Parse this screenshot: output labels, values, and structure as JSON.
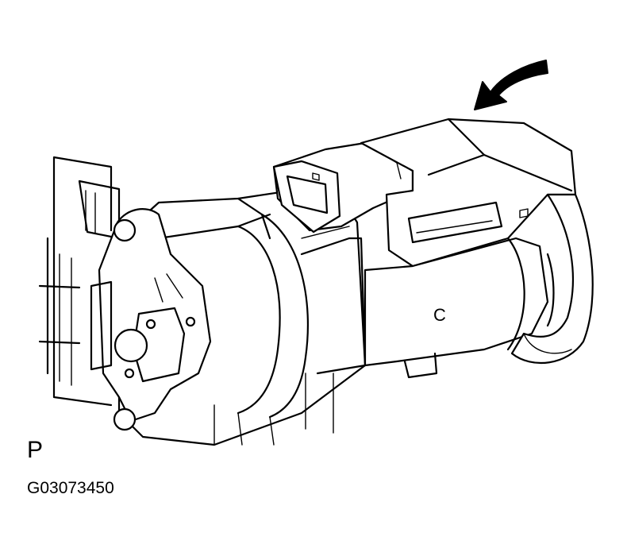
{
  "figure": {
    "position_label": "P",
    "figure_code": "G03073450",
    "part_marking": "C"
  },
  "icons": {
    "rotation_arrow": "curved-arrow-counterclockwise"
  }
}
